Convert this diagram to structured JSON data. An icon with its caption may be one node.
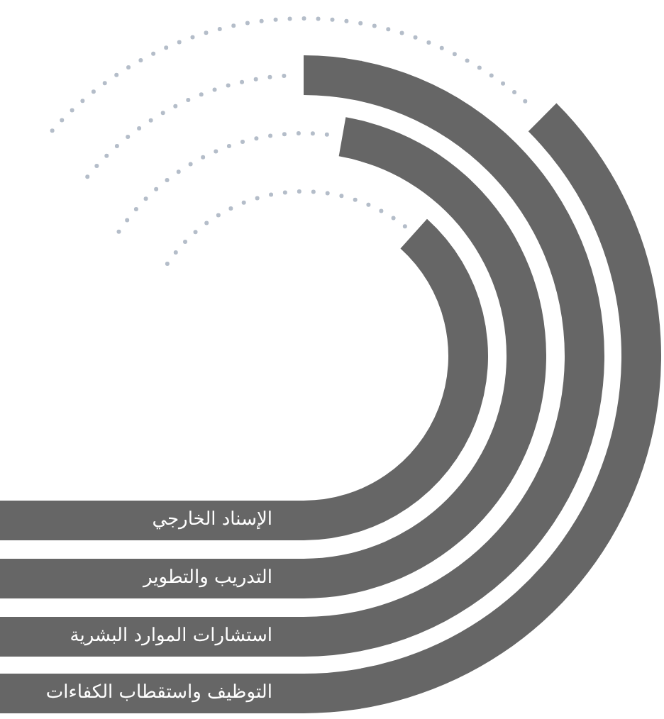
{
  "diagram": {
    "nodes": [
      {
        "text": [
          "الإسناد الخارجي"
        ]
      },
      {
        "text": [
          "التدريب والتطوير"
        ]
      },
      {
        "text": [
          "استشارات الموارد البشرية"
        ]
      },
      {
        "text": [
          "التوظيف واستقطاب الكفاءات"
        ]
      }
    ]
  }
}
